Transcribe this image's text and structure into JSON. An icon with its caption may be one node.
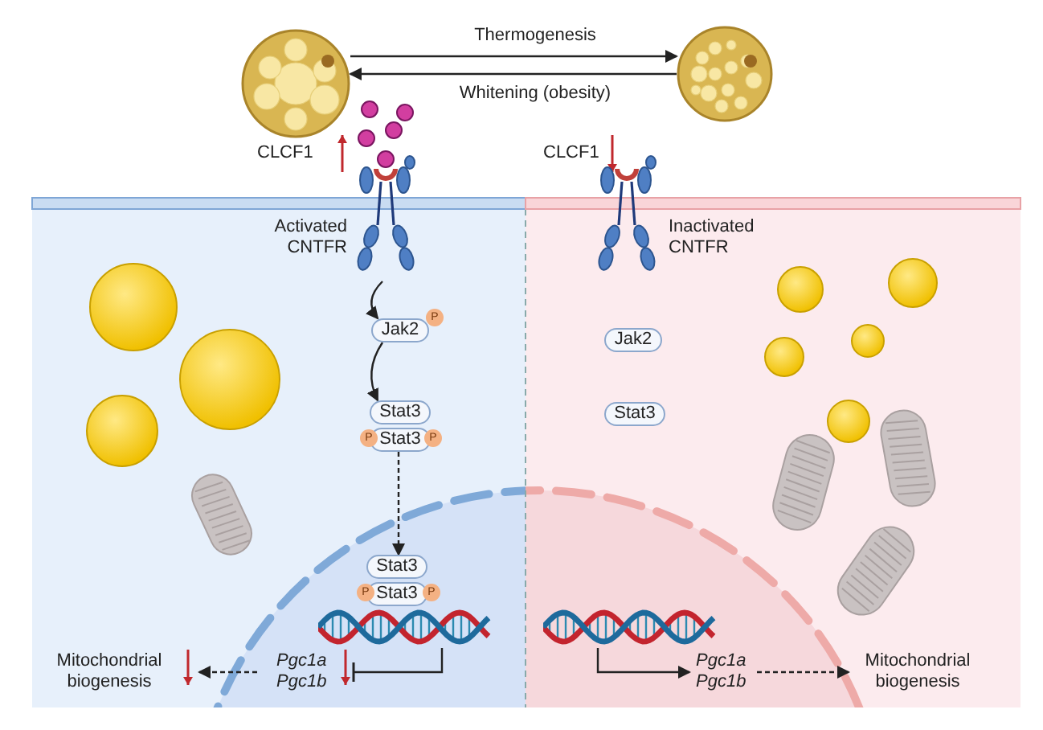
{
  "diagram": {
    "nodes": [
      {
        "text": [],
        "shape": "picture"
      },
      {
        "text": [],
        "shape": "picture"
      },
      {
        "text": [
          "Activated CNTFR"
        ]
      },
      {
        "text": [
          "Jak2"
        ]
      },
      {
        "text": [
          "Stat3"
        ]
      },
      {
        "text": [
          "Stat3"
        ]
      },
      {
        "text": [
          "Stat3"
        ]
      },
      {
        "text": [
          "Stat3"
        ]
      },
      {
        "text": [],
        "shape": "picture"
      },
      {
        "text": [
          "Pgc1a Pgc1b"
        ]
      },
      {
        "text": [
          "Mitochondrial biogenesis"
        ]
      },
      {
        "text": [
          "Inactivated CNTFR"
        ]
      },
      {
        "text": [
          "Jak2"
        ]
      },
      {
        "text": [
          "Stat3"
        ]
      },
      {
        "text": [],
        "shape": "picture"
      },
      {
        "text": [
          "Pgc1a Pgc1b"
        ]
      },
      {
        "text": [
          "Mitochondrial biogenesis"
        ]
      }
    ],
    "edges": [
      {
        "from": 0,
        "to": 1,
        "arrow": "to",
        "label": "Thermogenesis"
      },
      {
        "from": 1,
        "to": 0,
        "arrow": "to",
        "label": "Whitening (obesity)"
      },
      {
        "from": 2,
        "to": 3,
        "arrow": "to"
      },
      {
        "from": 3,
        "to": 4,
        "arrow": "to"
      },
      {
        "from": 5,
        "to": 6,
        "arrow": "to",
        "style": "dashed"
      },
      {
        "from": 8,
        "to": 9,
        "arrow": "other"
      },
      {
        "from": 9,
        "to": 10,
        "arrow": "to",
        "style": "dashed"
      },
      {
        "from": 14,
        "to": 15,
        "arrow": "to"
      },
      {
        "from": 15,
        "to": 16,
        "arrow": "to",
        "style": "dashed"
      }
    ],
    "labels": [
      "CLCF1",
      "CLCF1",
      "P",
      "P",
      "P",
      "P",
      "P"
    ]
  }
}
